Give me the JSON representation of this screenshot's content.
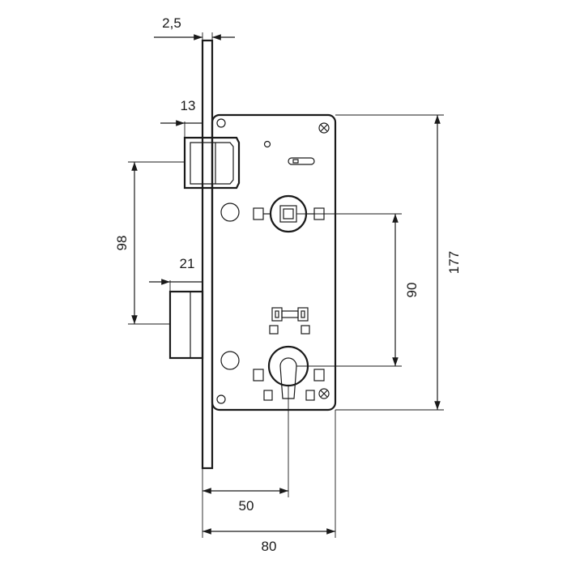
{
  "diagram": {
    "dimensions": {
      "faceplate_thickness": "2,5",
      "latch_projection": "13",
      "latch_to_bolt": "98",
      "bolt_projection": "21",
      "handle_to_cylinder": "90",
      "case_height": "177",
      "backset": "50",
      "case_depth": "80"
    }
  }
}
